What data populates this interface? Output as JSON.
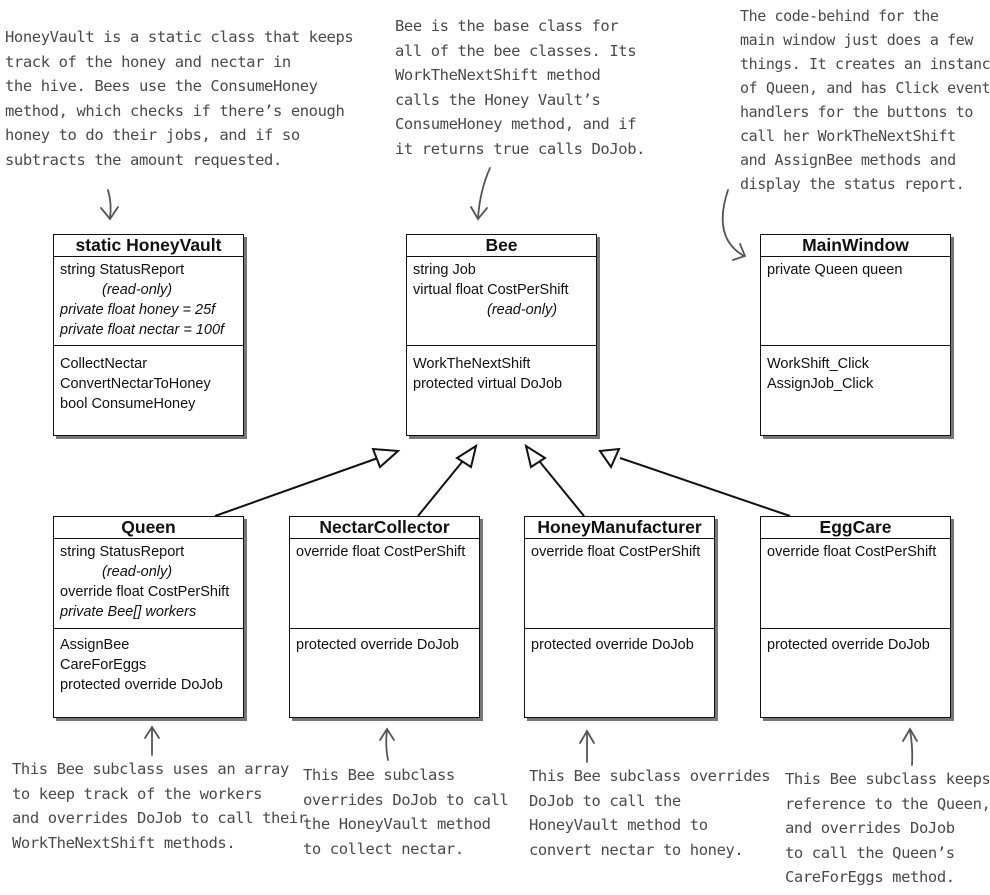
{
  "notes": {
    "honeyvault": [
      "HoneyVault is a static class that keeps",
      "track of the honey and nectar in",
      "the hive. Bees use the ConsumeHoney",
      "method, which checks if there’s enough",
      "honey to do their jobs, and if so",
      "subtracts the amount requested."
    ],
    "bee": [
      "Bee is the base class for",
      "all of the bee classes. Its",
      "WorkTheNextShift method",
      "calls the Honey Vault’s",
      "ConsumeHoney method, and if",
      "it returns true calls DoJob."
    ],
    "mainwindow": [
      "The code-behind for the",
      "main window just does a few",
      "things. It creates an instance",
      "of Queen, and has Click event",
      "handlers for the buttons to",
      "call her WorkTheNextShift",
      "and AssignBee methods and",
      "display the status report."
    ],
    "queen": [
      "This Bee subclass uses an array",
      "to keep track of the workers",
      "and overrides DoJob to call their",
      "WorkTheNextShift methods."
    ],
    "nectar": [
      "This Bee subclass",
      "overrides DoJob to call",
      "the HoneyVault method",
      "to collect nectar."
    ],
    "honeymfr": [
      "This Bee subclass overrides",
      "DoJob to call the",
      "HoneyVault method to",
      "convert nectar to honey."
    ],
    "eggcare": [
      "This Bee subclass keeps a",
      "reference to the Queen,",
      "and overrides DoJob",
      "to call the Queen’s",
      "CareForEggs method."
    ]
  },
  "classes": {
    "honeyvault": {
      "title": "static HoneyVault",
      "f0": "string StatusReport",
      "f1": "(read-only)",
      "f2": "private float honey = 25f",
      "f3": "private float nectar = 100f",
      "m0": "CollectNectar",
      "m1": "ConvertNectarToHoney",
      "m2": "bool ConsumeHoney"
    },
    "bee": {
      "title": "Bee",
      "f0": "string Job",
      "f1": "virtual float CostPerShift",
      "f2": "(read-only)",
      "m0": "WorkTheNextShift",
      "m1": "protected virtual DoJob"
    },
    "mainwindow": {
      "title": "MainWindow",
      "f0": "private Queen queen",
      "m0": "WorkShift_Click",
      "m1": "AssignJob_Click"
    },
    "queen": {
      "title": "Queen",
      "f0": "string StatusReport",
      "f1": "(read-only)",
      "f2": "override float CostPerShift",
      "f3": "private Bee[] workers",
      "m0": "AssignBee",
      "m1": "CareForEggs",
      "m2": "protected override DoJob"
    },
    "nectar": {
      "title": "NectarCollector",
      "f0": "override float CostPerShift",
      "m0": "protected override DoJob"
    },
    "honeymfr": {
      "title": "HoneyManufacturer",
      "f0": "override float CostPerShift",
      "m0": "protected override DoJob"
    },
    "eggcare": {
      "title": "EggCare",
      "f0": "override float CostPerShift",
      "m0": "protected override DoJob"
    }
  }
}
